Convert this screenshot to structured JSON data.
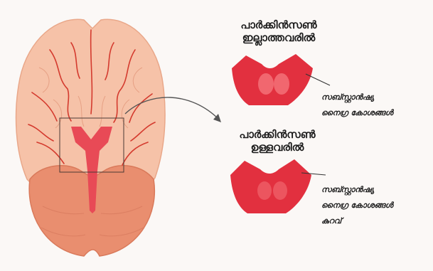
{
  "colors": {
    "background": "#fbf8f6",
    "cerebrum": "#f6c2a8",
    "cerebellum": "#e98e6f",
    "vessels": "#d43a2e",
    "brainstem": "#e84a56",
    "midbrain": "#e2303f",
    "nigra_highlight": "#f57a80"
  },
  "top_section": {
    "title_line1": "പാർക്കിൻസൺ",
    "title_line2": "ഇല്ലാത്തവരിൽ",
    "side_line1": "സബ്സ്റ്റാൻഷ്യ",
    "side_line2": "നൈഗ്ര കോശങ്ങൾ"
  },
  "bottom_section": {
    "title_line1": "പാർക്കിൻസൺ",
    "title_line2": "ഉള്ളവരിൽ",
    "side_line1": "സബ്സ്റ്റാൻഷ്യ",
    "side_line2": "നൈഗ്ര കോശങ്ങൾ",
    "side_line3": "കുറവ്"
  }
}
